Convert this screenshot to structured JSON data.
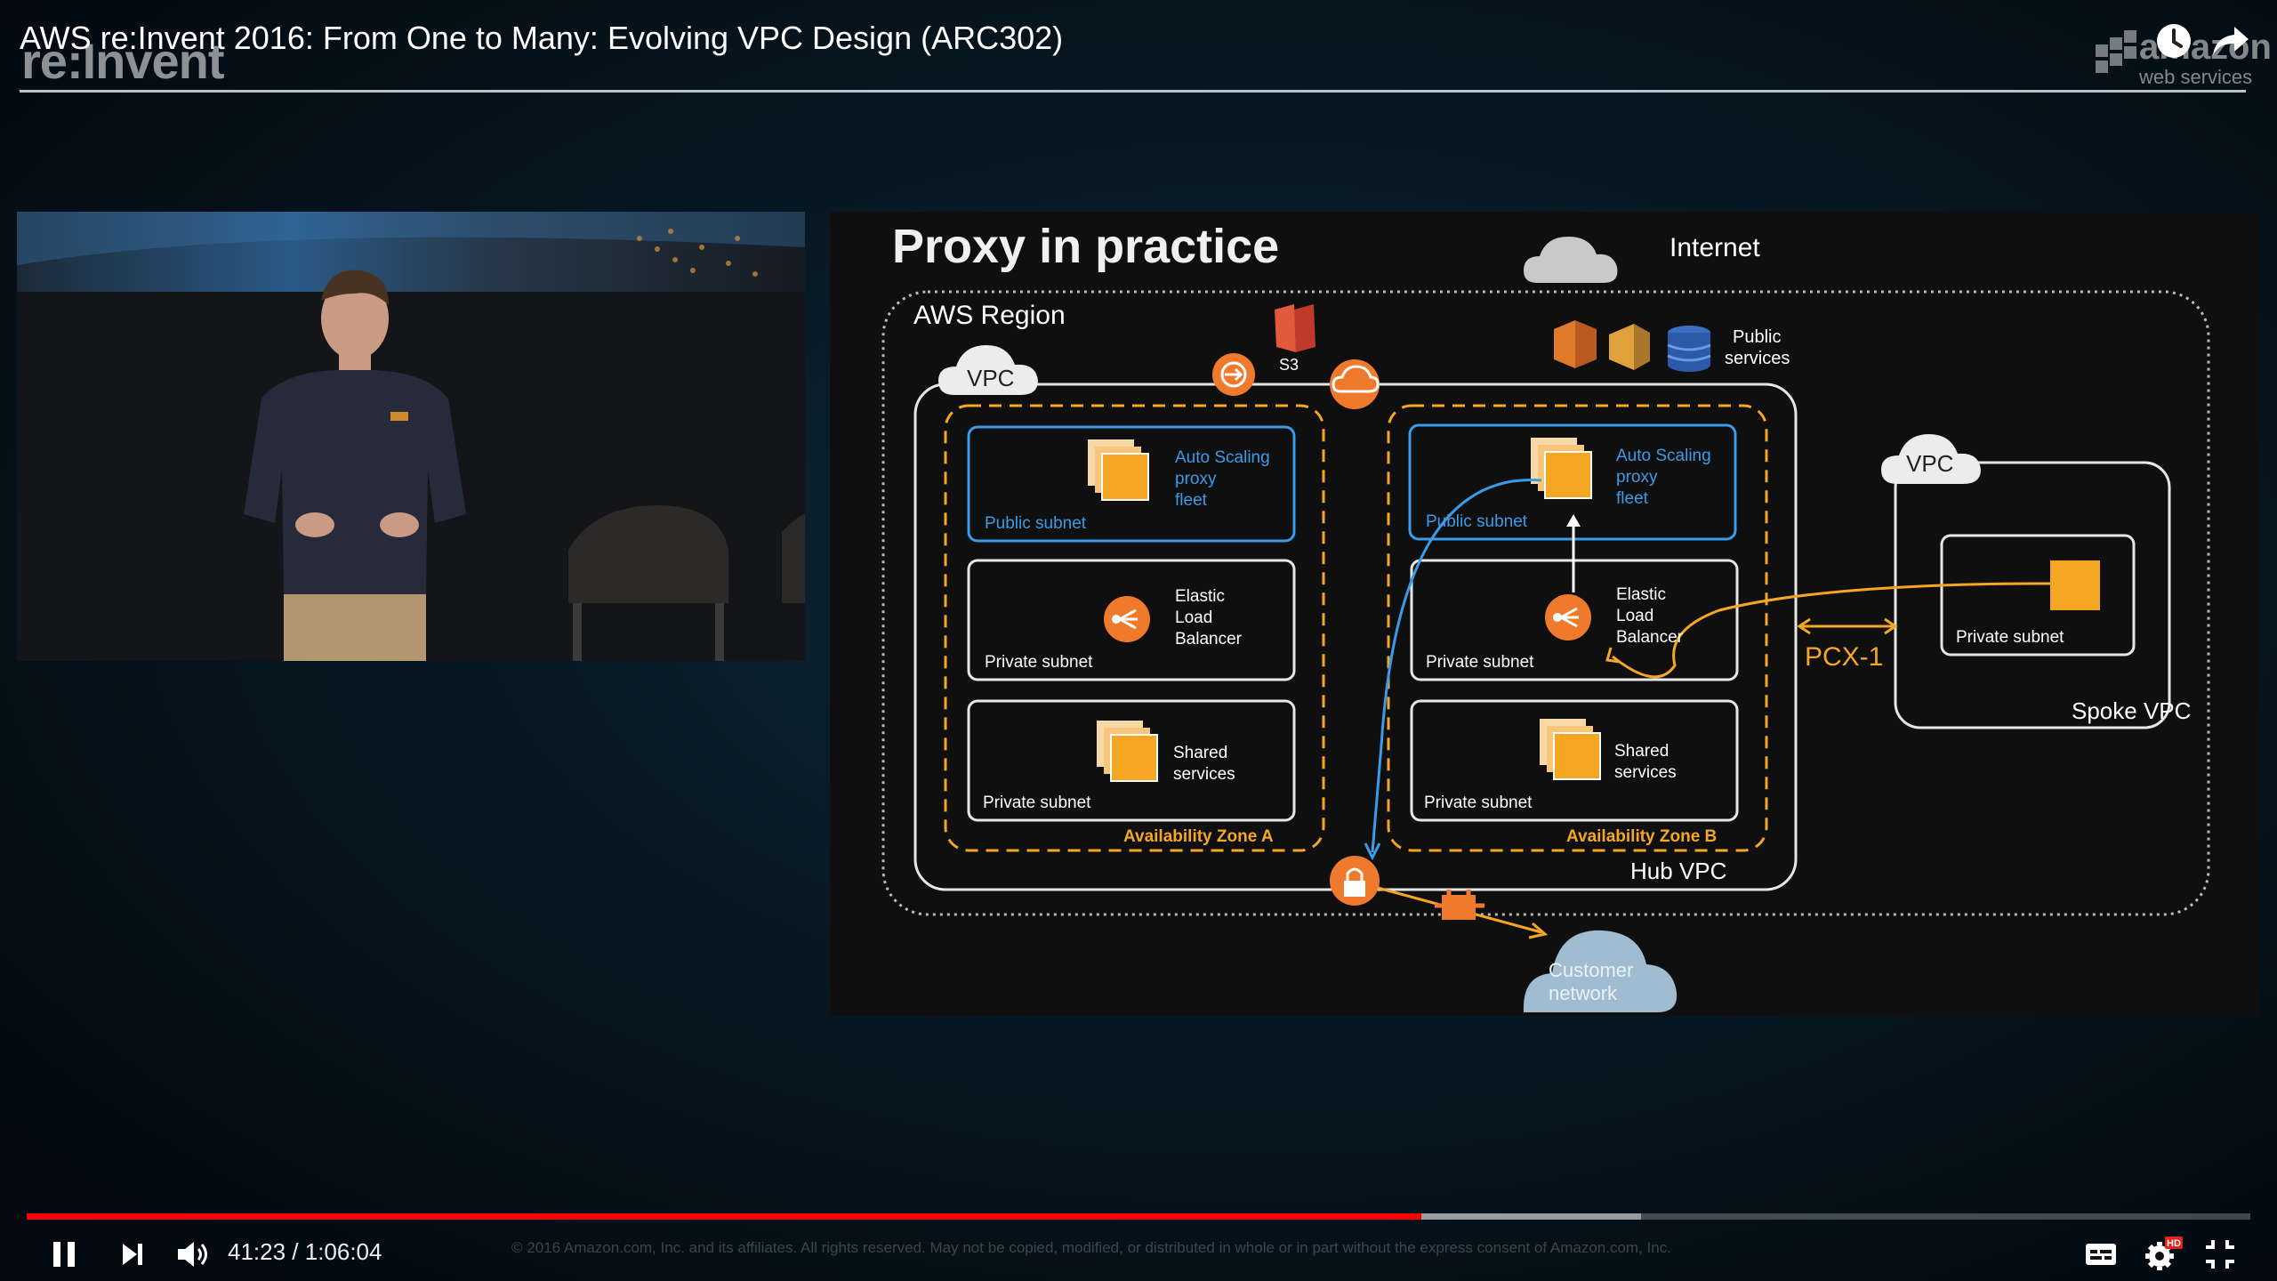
{
  "player": {
    "title": "AWS re:Invent 2016: From One to Many: Evolving VPC Design (ARC302)",
    "event_logo": "re:Invent",
    "aws_logo_main": "amazon",
    "aws_logo_sub": "web services",
    "time_display": "41:23 / 1:06:04",
    "progress_fraction": 0.627,
    "buffered_fraction": 0.726,
    "copyright": "© 2016 Amazon.com, Inc. and its affiliates. All rights reserved. May not be copied, modified, or distributed in whole or in part without the express consent of Amazon.com, Inc.",
    "hd_badge": "HD",
    "accent_color": "#ff0000",
    "icons": [
      "watch-later-icon",
      "share-icon",
      "pause-icon",
      "next-icon",
      "volume-icon",
      "subtitles-icon",
      "settings-icon",
      "exit-fullscreen-icon"
    ]
  },
  "slide": {
    "title": "Proxy in practice",
    "internet": "Internet",
    "aws_region": "AWS Region",
    "s3": "S3",
    "public_services_1": "Public",
    "public_services_2": "services",
    "vpc": "VPC",
    "spoke_vpc_cloud": "VPC",
    "hub_vpc": "Hub VPC",
    "spoke_vpc": "Spoke VPC",
    "pcx": "PCX-1",
    "az_a": "Availability Zone A",
    "az_b": "Availability Zone B",
    "public_subnet": "Public subnet",
    "private_subnet": "Private subnet",
    "asg_1": "Auto Scaling",
    "asg_2": "proxy",
    "asg_3": "fleet",
    "elb_1": "Elastic",
    "elb_2": "Load",
    "elb_3": "Balancer",
    "shared_1": "Shared",
    "shared_2": "services",
    "customer_1": "Customer",
    "customer_2": "network",
    "orange_color": "#f5a623",
    "blue_color": "#3b9be8"
  }
}
